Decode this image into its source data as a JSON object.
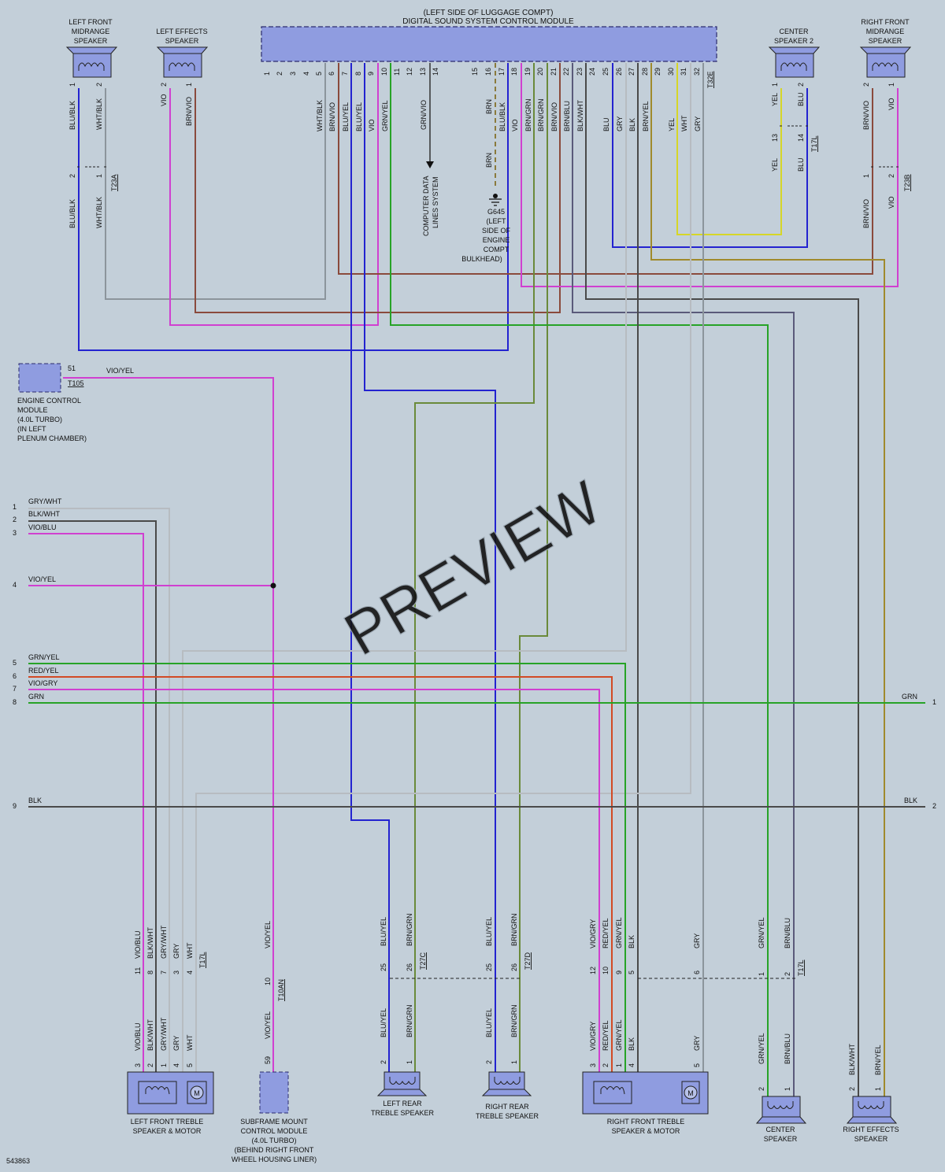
{
  "diagram_id": "543863",
  "watermark": "PREVIEW",
  "module": {
    "location": "(LEFT SIDE OF LUGGAGE COMPT)",
    "name": "DIGITAL SOUND SYSTEM CONTROL MODULE",
    "connector": "T32E",
    "pins": [
      "1",
      "2",
      "3",
      "4",
      "5",
      "6",
      "7",
      "8",
      "9",
      "10",
      "11",
      "12",
      "13",
      "14",
      "15",
      "16",
      "17",
      "18",
      "19",
      "20",
      "21",
      "22",
      "23",
      "24",
      "25",
      "26",
      "27",
      "28",
      "29",
      "30",
      "31",
      "32"
    ]
  },
  "top_components": {
    "left_front_midrange": "LEFT FRONT MIDRANGE SPEAKER",
    "left_effects": "LEFT EFFECTS SPEAKER",
    "center_speaker_2": "CENTER SPEAKER 2",
    "right_front_midrange": "RIGHT FRONT MIDRANGE SPEAKER"
  },
  "connectors": {
    "t23a": "T23A",
    "t23b": "T23B",
    "t17l": "T17L",
    "t105": "T105",
    "t10an": "T10AN",
    "t27c": "T27C",
    "t27d": "T27D"
  },
  "module_wires": [
    "WHT/BLK",
    "BRN/VIO",
    "BLU/YEL",
    "BLU/YEL",
    "VIO",
    "GRN/YEL",
    "GRN/VIO",
    "BRN",
    "BLU/BLK",
    "VIO",
    "BRN/GRN",
    "BRN/GRN",
    "BRN/VIO",
    "BRN/BLU",
    "BLK/WHT",
    "BLU",
    "GRY",
    "BLK",
    "BRN/YEL",
    "YEL",
    "WHT",
    "GRY"
  ],
  "top_wires": {
    "lfm": [
      "BLU/BLK",
      "WHT/BLK",
      "2",
      "1",
      "1",
      "2"
    ],
    "lef": [
      "VIO",
      "BRN/VIO",
      "2",
      "1"
    ],
    "cs2": [
      "YEL",
      "BLU",
      "YEL",
      "BLU",
      "1",
      "2",
      "13",
      "14"
    ],
    "rfm": [
      "BRN/VIO",
      "VIO",
      "BRN/VIO",
      "VIO",
      "2",
      "1",
      "1",
      "2"
    ]
  },
  "ground": {
    "wire": "BRN",
    "id": "G645",
    "location": [
      "(LEFT",
      "SIDE OF",
      "ENGINE",
      "COMPT",
      "BULKHEAD)"
    ]
  },
  "data_lines": [
    "COMPUTER DATA",
    "LINES SYSTEM"
  ],
  "ecm": {
    "name": [
      "ENGINE CONTROL",
      "MODULE",
      "(4.0L TURBO)",
      "(IN LEFT",
      "PLENUM CHAMBER)"
    ],
    "pin": "51",
    "wire": "VIO/YEL"
  },
  "bus": [
    {
      "num": "1",
      "label": "GRY/WHT"
    },
    {
      "num": "2",
      "label": "BLK/WHT"
    },
    {
      "num": "3",
      "label": "VIO/BLU"
    },
    {
      "num": "4",
      "label": "VIO/YEL"
    },
    {
      "num": "5",
      "label": "GRN/YEL"
    },
    {
      "num": "6",
      "label": "RED/YEL"
    },
    {
      "num": "7",
      "label": "VIO/GRY"
    },
    {
      "num": "8",
      "label": "GRN"
    },
    {
      "num": "9",
      "label": "BLK"
    }
  ],
  "bus_right": [
    {
      "label": "GRN",
      "num": "1"
    },
    {
      "label": "BLK",
      "num": "2"
    }
  ],
  "bottom_components": {
    "lft": [
      "LEFT FRONT TREBLE",
      "SPEAKER & MOTOR"
    ],
    "sub": [
      "SUBFRAME MOUNT",
      "CONTROL MODULE",
      "(4.0L TURBO)",
      "(BEHIND RIGHT FRONT",
      "WHEEL HOUSING LINER)"
    ],
    "lrt": [
      "LEFT REAR",
      "TREBLE SPEAKER"
    ],
    "rrt": [
      "RIGHT REAR",
      "TREBLE SPEAKER"
    ],
    "rft": [
      "RIGHT FRONT TREBLE",
      "SPEAKER & MOTOR"
    ],
    "cs": [
      "CENTER",
      "SPEAKER"
    ],
    "ref": [
      "RIGHT EFFECTS",
      "SPEAKER"
    ]
  },
  "motor_symbol": "M",
  "bottom_wires": {
    "lft": [
      "VIO/BLU",
      "BLK/WHT",
      "GRY/WHT",
      "GRY",
      "WHT"
    ],
    "lft_pins_top": [
      "11",
      "8",
      "7",
      "3",
      "4"
    ],
    "lft_pins_bot": [
      "3",
      "2",
      "1",
      "4",
      "5"
    ],
    "sub": [
      "VIO/YEL",
      "10",
      "59"
    ],
    "lrt": [
      "BLU/YEL",
      "BRN/GRN",
      "25",
      "26",
      "2",
      "1"
    ],
    "rrt": [
      "BLU/YEL",
      "BRN/GRN",
      "25",
      "26",
      "2",
      "1"
    ],
    "rft": [
      "VIO/GRY",
      "RED/YEL",
      "GRN/YEL",
      "BLK",
      "GRY"
    ],
    "rft_pins_top": [
      "12",
      "10",
      "9",
      "5",
      "6"
    ],
    "rft_pins_bot": [
      "3",
      "2",
      "1",
      "4",
      "5"
    ],
    "cs": [
      "GRN/YEL",
      "BRN/BLU",
      "1",
      "2",
      "2",
      "1"
    ],
    "ref": [
      "BLK/WHT",
      "BRN/YEL",
      "2",
      "1"
    ]
  },
  "colors": {
    "background": "#c3cfd9",
    "blue": "#2323d0",
    "violet": "#d040d0",
    "brown": "#8a4a3c",
    "green": "#27a327",
    "olive": "#6a8a3a",
    "gray": "#8c959c",
    "dark": "#4a4a4a",
    "yellow": "#d6d627",
    "red": "#d24a25",
    "gray_white": "#b7bcc1"
  }
}
